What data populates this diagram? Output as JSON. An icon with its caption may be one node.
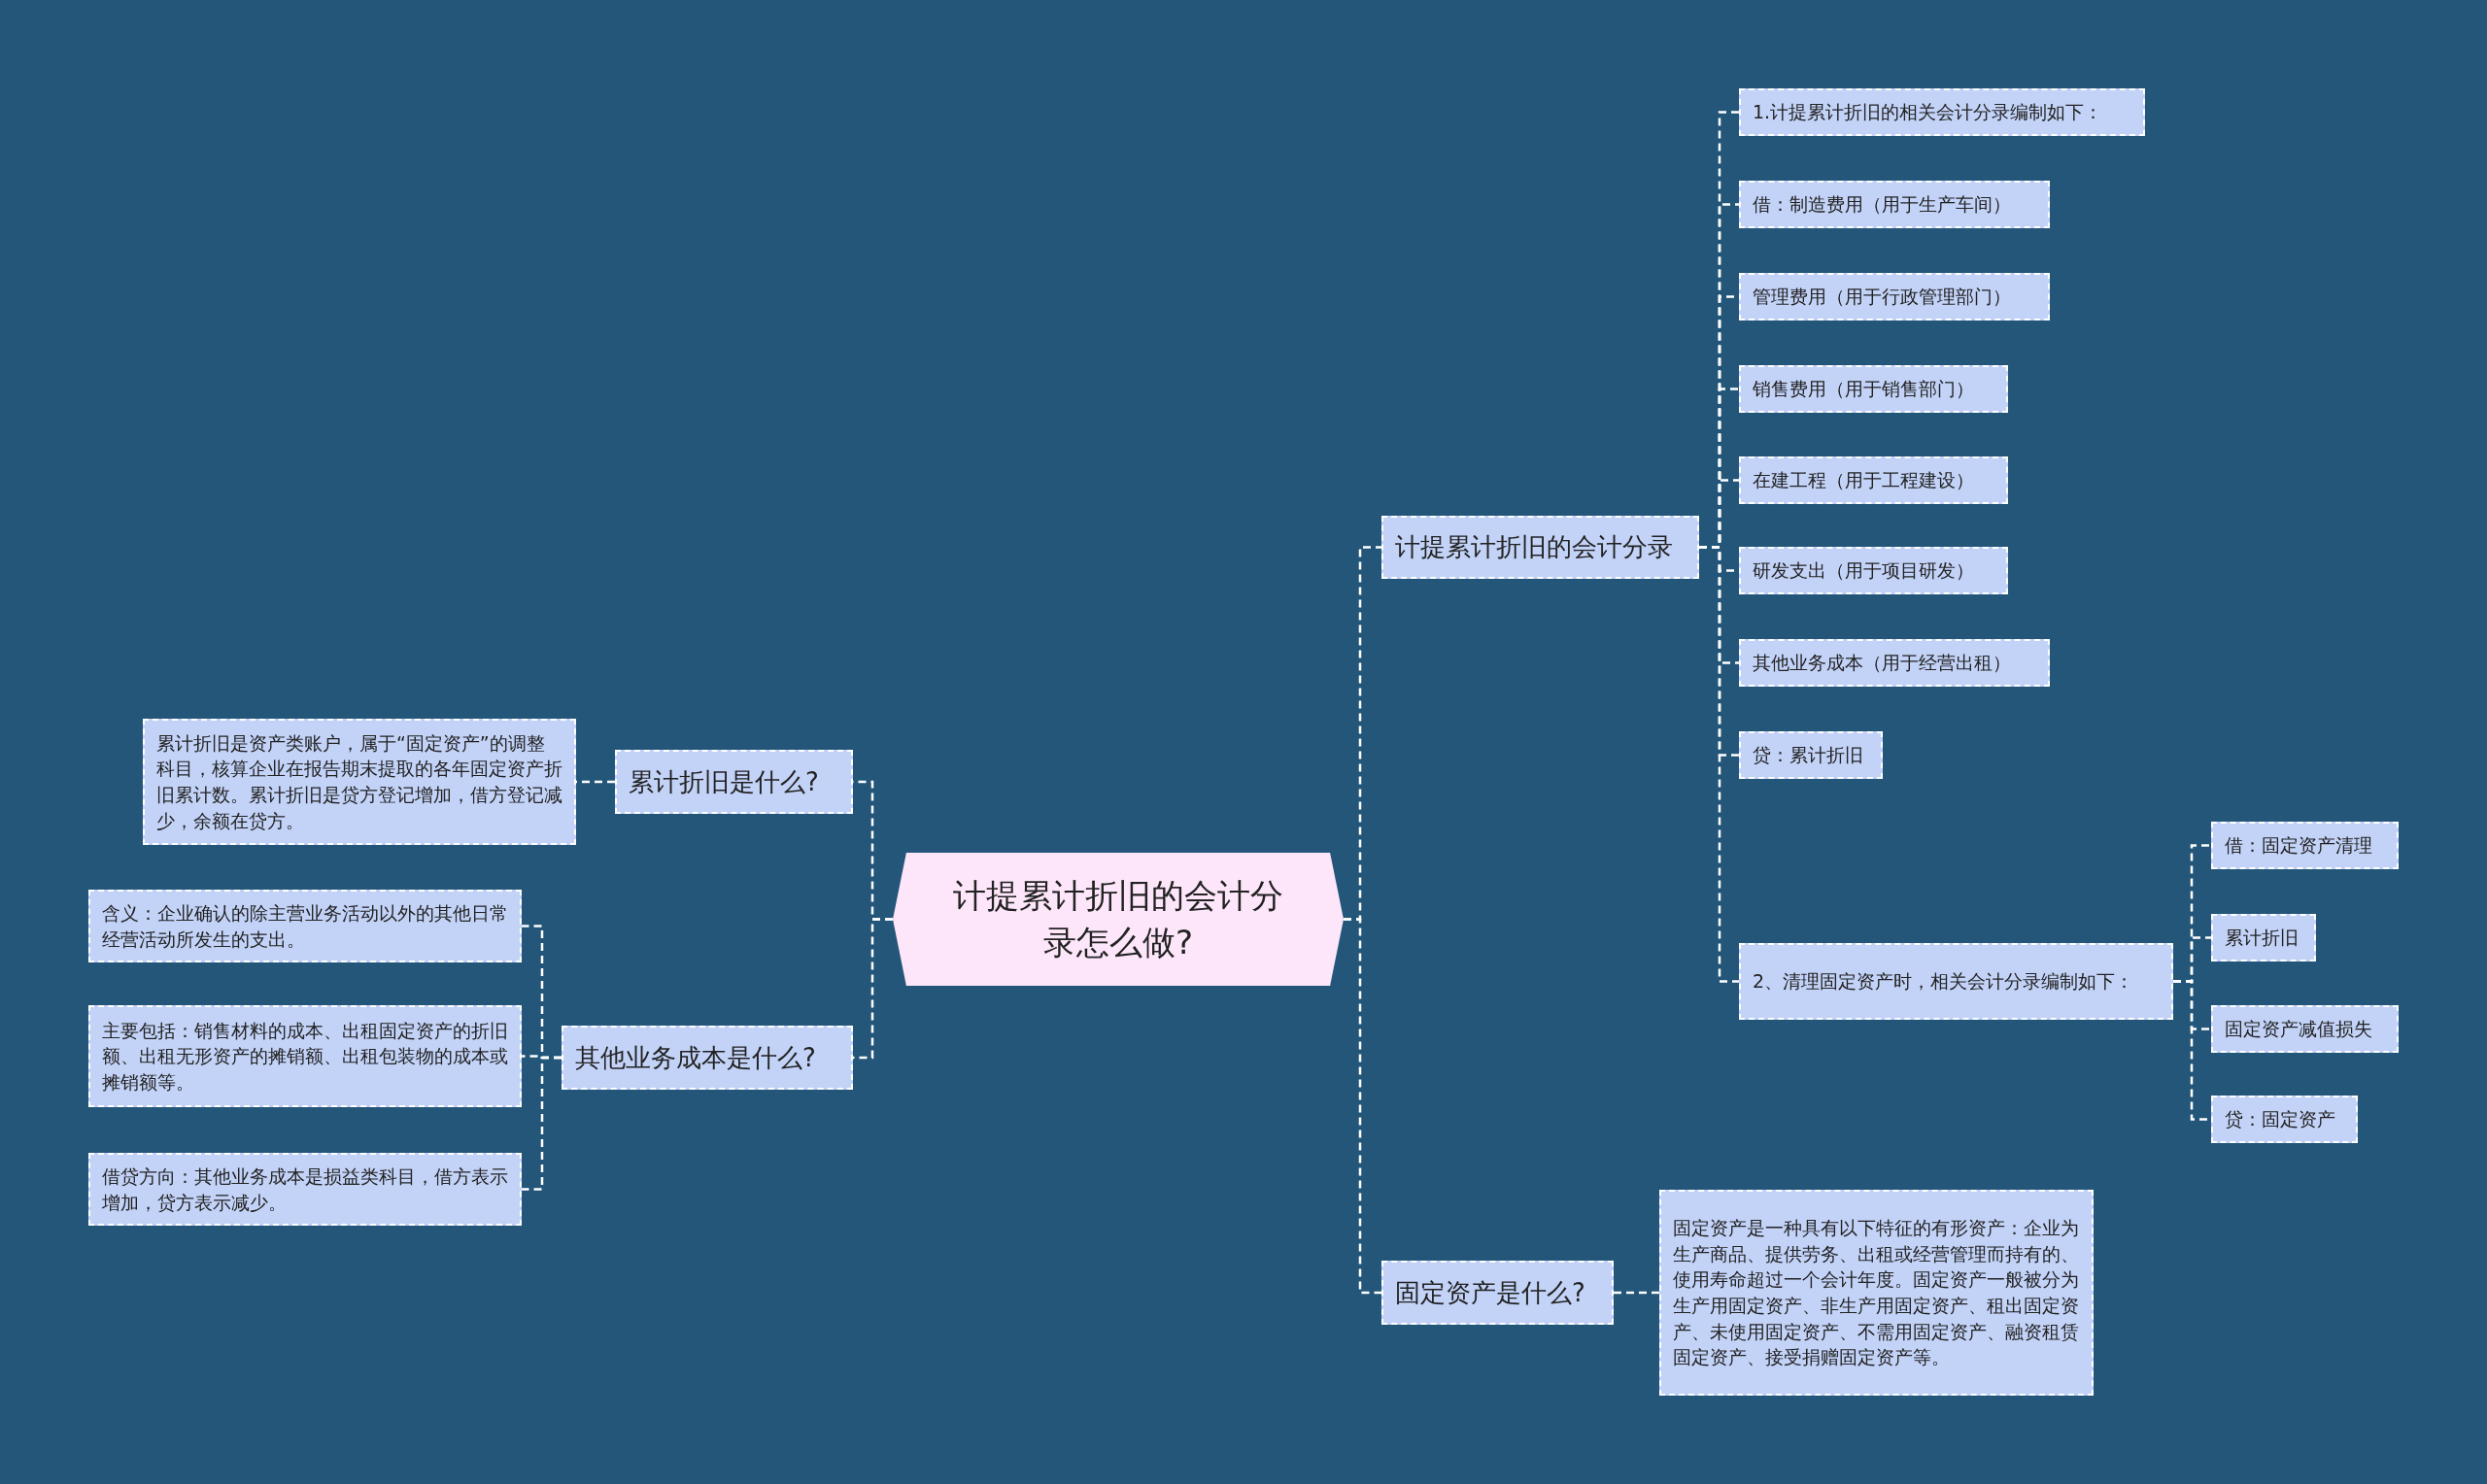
{
  "diagram": {
    "nodes": [
      {
        "text": [
          "计提累计折旧的会计分录怎么做?"
        ]
      },
      {
        "text": [
          "累计折旧是什么?"
        ]
      },
      {
        "text": [
          "累计折旧是资产类账户，属于“固定资产”的调整科目，核算企业在报告期末提取的各年固定资产折旧累计数。累计折旧是贷方登记增加，借方登记减少，余额在贷方。"
        ]
      },
      {
        "text": [
          "其他业务成本是什么?"
        ]
      },
      {
        "text": [
          "含义：企业确认的除主营业务活动以外的其他日常经营活动所发生的支出。"
        ]
      },
      {
        "text": [
          "主要包括：销售材料的成本、出租固定资产的折旧额、出租无形资产的摊销额、出租包装物的成本或摊销额等。"
        ]
      },
      {
        "text": [
          "借贷方向：其他业务成本是损益类科目，借方表示增加，贷方表示减少。"
        ]
      },
      {
        "text": [
          "计提累计折旧的会计分录"
        ]
      },
      {
        "text": [
          "1.计提累计折旧的相关会计分录编制如下："
        ]
      },
      {
        "text": [
          "借：制造费用（用于生产车间）"
        ]
      },
      {
        "text": [
          "管理费用（用于行政管理部门）"
        ]
      },
      {
        "text": [
          "销售费用（用于销售部门）"
        ]
      },
      {
        "text": [
          "在建工程（用于工程建设）"
        ]
      },
      {
        "text": [
          "研发支出（用于项目研发）"
        ]
      },
      {
        "text": [
          "其他业务成本（用于经营出租）"
        ]
      },
      {
        "text": [
          "贷：累计折旧"
        ]
      },
      {
        "text": [
          "2、清理固定资产时，相关会计分录编制如下："
        ]
      },
      {
        "text": [
          "借：固定资产清理"
        ]
      },
      {
        "text": [
          "累计折旧"
        ]
      },
      {
        "text": [
          "固定资产减值损失"
        ]
      },
      {
        "text": [
          "贷：固定资产"
        ]
      },
      {
        "text": [
          "固定资产是什么?"
        ]
      },
      {
        "text": [
          "固定资产是一种具有以下特征的有形资产：企业为生产商品、提供劳务、出租或经营管理而持有的、使用寿命超过一个会计年度。固定资产一般被分为生产用固定资产、非生产用固定资产、租出固定资产、未使用固定资产、不需用固定资产、融资租赁固定资产、接受捐赠固定资产等。"
        ]
      }
    ],
    "edges": [
      {
        "from": 0,
        "to": 1,
        "arrow": "none"
      },
      {
        "from": 1,
        "to": 2,
        "arrow": "none"
      },
      {
        "from": 0,
        "to": 3,
        "arrow": "none"
      },
      {
        "from": 3,
        "to": 4,
        "arrow": "none"
      },
      {
        "from": 3,
        "to": 5,
        "arrow": "none"
      },
      {
        "from": 3,
        "to": 6,
        "arrow": "none"
      },
      {
        "from": 0,
        "to": 7,
        "arrow": "none"
      },
      {
        "from": 7,
        "to": 8,
        "arrow": "none"
      },
      {
        "from": 7,
        "to": 9,
        "arrow": "none"
      },
      {
        "from": 7,
        "to": 10,
        "arrow": "none"
      },
      {
        "from": 7,
        "to": 11,
        "arrow": "none"
      },
      {
        "from": 7,
        "to": 12,
        "arrow": "none"
      },
      {
        "from": 7,
        "to": 13,
        "arrow": "none"
      },
      {
        "from": 7,
        "to": 14,
        "arrow": "none"
      },
      {
        "from": 7,
        "to": 15,
        "arrow": "none"
      },
      {
        "from": 7,
        "to": 16,
        "arrow": "none"
      },
      {
        "from": 16,
        "to": 17,
        "arrow": "none"
      },
      {
        "from": 16,
        "to": 18,
        "arrow": "none"
      },
      {
        "from": 16,
        "to": 19,
        "arrow": "none"
      },
      {
        "from": 16,
        "to": 20,
        "arrow": "none"
      },
      {
        "from": 0,
        "to": 21,
        "arrow": "none"
      },
      {
        "from": 21,
        "to": 22,
        "arrow": "none"
      }
    ]
  }
}
